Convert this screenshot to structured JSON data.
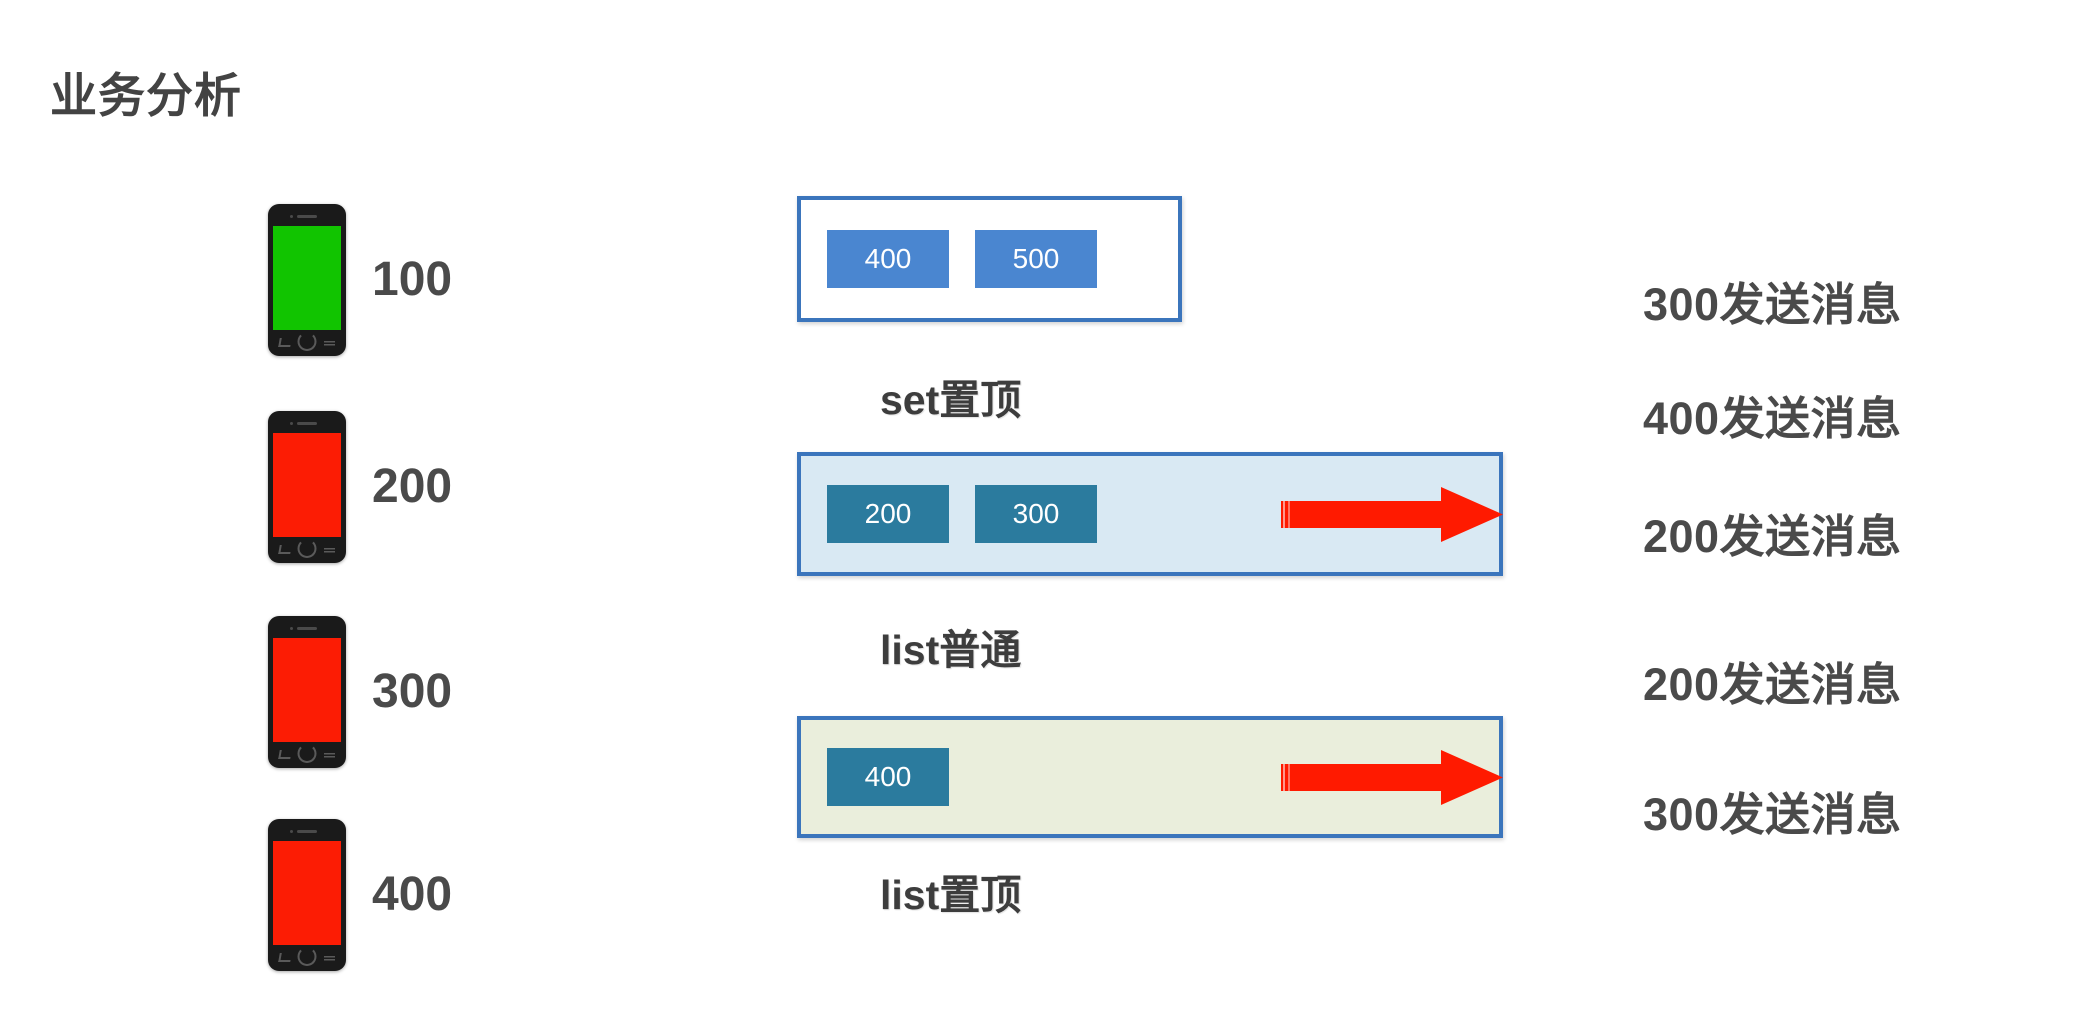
{
  "page": {
    "title": "业务分析",
    "background": "#ffffff",
    "title_color": "#434343"
  },
  "colors": {
    "box_border_blue": "#3B75BC",
    "chip_blue": "#4A86D0",
    "chip_teal": "#2B7B9E",
    "list_normal_fill": "#D9E9F3",
    "list_top_fill": "#EAEEDC",
    "set_fill": "#FFFFFF",
    "arrow_red": "#FF1A00",
    "phone_screen_green": "#11C400",
    "phone_screen_red": "#FC1C04",
    "text_gray": "#4A4A4A"
  },
  "phones": [
    {
      "value": "100",
      "screen": "green",
      "state_name": "phone-online"
    },
    {
      "value": "200",
      "screen": "red",
      "state_name": "phone-offline"
    },
    {
      "value": "300",
      "screen": "red",
      "state_name": "phone-offline"
    },
    {
      "value": "400",
      "screen": "red",
      "state_name": "phone-offline"
    }
  ],
  "structures": [
    {
      "id": "set-top",
      "label": "set置顶",
      "fill": "#FFFFFF",
      "chip_style": "blue",
      "chips": [
        "400",
        "500"
      ],
      "has_arrow": false
    },
    {
      "id": "list-normal",
      "label": "list普通",
      "fill": "#D9E9F3",
      "chip_style": "teal",
      "chips": [
        "200",
        "300"
      ],
      "has_arrow": true
    },
    {
      "id": "list-top",
      "label": "list置顶",
      "fill": "#EAEEDC",
      "chip_style": "teal",
      "chips": [
        "400"
      ],
      "has_arrow": true
    }
  ],
  "messages": [
    "300发送消息",
    "400发送消息",
    "200发送消息",
    "200发送消息",
    "300发送消息"
  ],
  "icons": {
    "phone": "smartphone-icon",
    "arrow": "right-arrow-icon"
  }
}
